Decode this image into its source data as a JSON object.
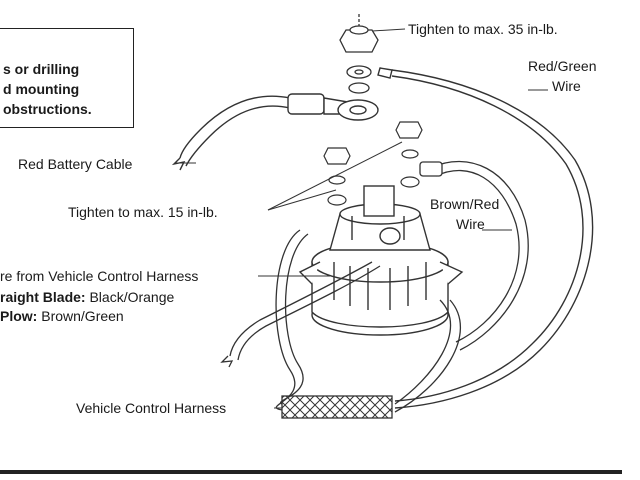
{
  "note_box": {
    "lines": [
      "s or drilling",
      "d mounting",
      "obstructions."
    ]
  },
  "labels": {
    "top_nut_torque": "Tighten to max. 35 in-lb.",
    "red_green_wire": [
      "Red/Green",
      "Wire"
    ],
    "red_battery_cable": "Red Battery Cable",
    "small_nut_torque": "Tighten to max. 15 in-lb.",
    "brown_red_wire": [
      "Brown/Red",
      "Wire"
    ],
    "harness_wire_line1": "re from Vehicle Control Harness",
    "straight_blade_label": "raight Blade:",
    "straight_blade_value": "Black/Orange",
    "plow_label": "Plow:",
    "plow_value": "Brown/Green",
    "vehicle_control_harness": "Vehicle Control Harness"
  }
}
